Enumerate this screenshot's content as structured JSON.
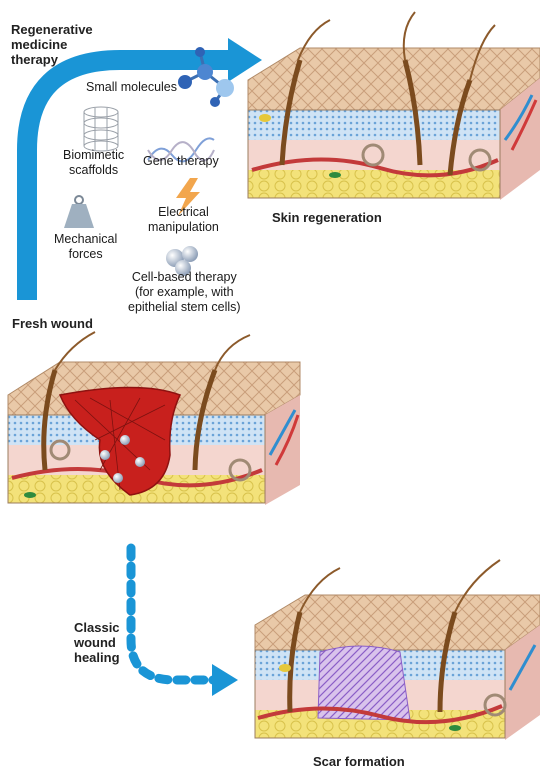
{
  "arrows": {
    "regenerative": "Regenerative\nmedicine\ntherapy",
    "classic": "Classic\nwound\nhealing"
  },
  "therapies": {
    "small_molecules": "Small molecules",
    "biomimetic_scaffolds": "Biomimetic\nscaffolds",
    "gene_therapy": "Gene therapy",
    "electrical": "Electrical\nmanipulation",
    "mechanical": "Mechanical\nforces",
    "cell_based": "Cell-based therapy\n(for example, with\nepithelial stem cells)"
  },
  "outcomes": {
    "skin_regeneration": "Skin regeneration",
    "fresh_wound": "Fresh wound",
    "scar_formation": "Scar formation"
  },
  "colors": {
    "arrow_blue": "#1a95d6",
    "epidermis": "#e8c7a5",
    "dermis": "#f4d6cf",
    "fat": "#f2e06b",
    "wound": "#c8201d",
    "scar": "#a77ed3"
  }
}
